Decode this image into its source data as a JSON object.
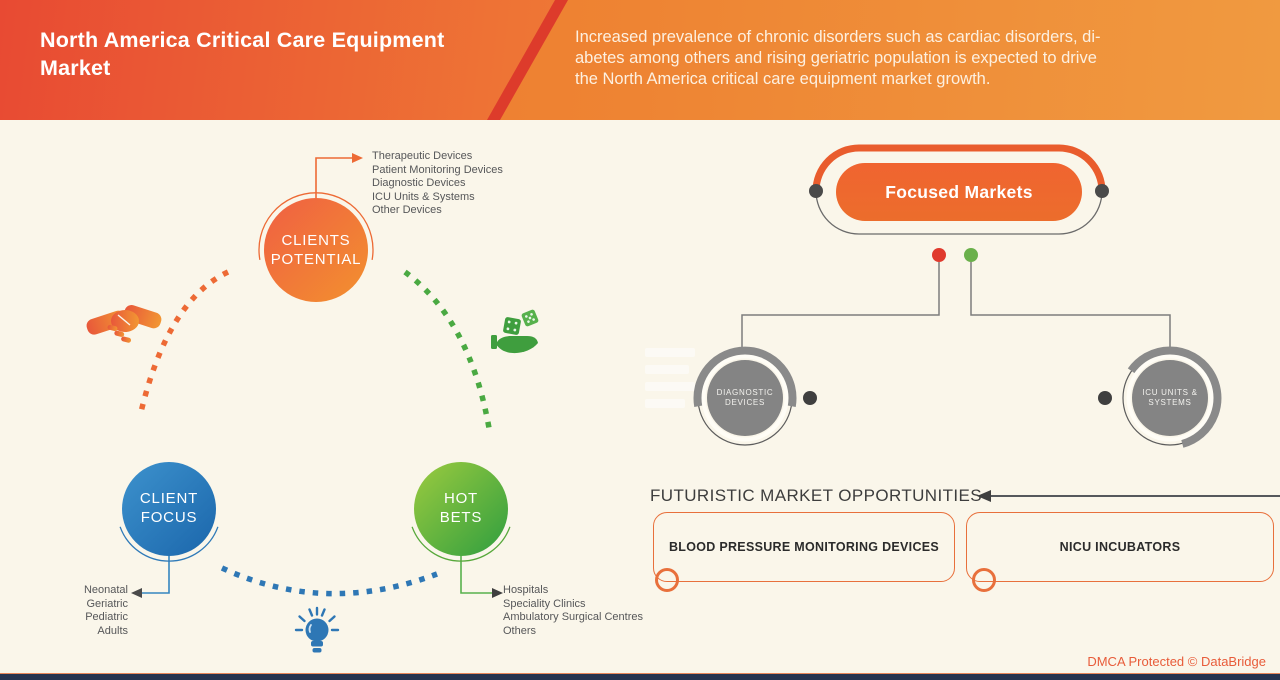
{
  "header": {
    "title_lines": [
      "North America Critical Care Equipment",
      "Market"
    ],
    "subtitle_lines": [
      "Increased prevalence of chronic disorders such as cardiac disorders, di-",
      "abetes among others and rising geriatric population is expected to drive",
      "the North America critical care equipment market growth."
    ]
  },
  "diagram": {
    "clients_potential": {
      "label_lines": [
        "CLIENTS",
        "POTENTIAL"
      ],
      "items": [
        "Therapeutic Devices",
        "Patient Monitoring Devices",
        "Diagnostic Devices",
        "ICU Units & Systems",
        "Other Devices"
      ]
    },
    "client_focus": {
      "label_lines": [
        "CLIENT",
        "FOCUS"
      ],
      "items": [
        "Neonatal",
        "Geriatric",
        "Pediatric",
        "Adults"
      ]
    },
    "hot_bets": {
      "label_lines": [
        "HOT",
        "BETS"
      ],
      "items": [
        "Hospitals",
        "Speciality Clinics",
        "Ambulatory Surgical Centres",
        "Others"
      ]
    },
    "icons": {
      "left": "handshake-icon",
      "right": "dice-hand-icon",
      "bottom": "lightbulb-icon"
    }
  },
  "focused_markets": {
    "title": "Focused Markets",
    "nodes": [
      {
        "lines": [
          "DIAGNOSTIC",
          "DEVICES"
        ]
      },
      {
        "lines": [
          "ICU UNITS &",
          "SYSTEMS"
        ]
      }
    ]
  },
  "opportunities": {
    "title": "FUTURISTIC MARKET OPPORTUNITIES",
    "boxes": [
      "BLOOD PRESSURE MONITORING DEVICES",
      "NICU INCUBATORS"
    ]
  },
  "footer": {
    "dmca": "DMCA Protected © DataBridge"
  },
  "colors": {
    "header_left": "#e84a33",
    "header_right": "#ee8433",
    "stripe": "#dd3b2b",
    "orange_accent": "#ed6a35",
    "blue_accent": "#2e77b5",
    "green_accent": "#4aa942",
    "node_gray": "#848484",
    "red_dot": "#e03a2e",
    "green_dot": "#6ab04b",
    "navy_bar": "#273450",
    "background_cream": "#faf6ea",
    "dmca_text": "#e85c3a"
  }
}
